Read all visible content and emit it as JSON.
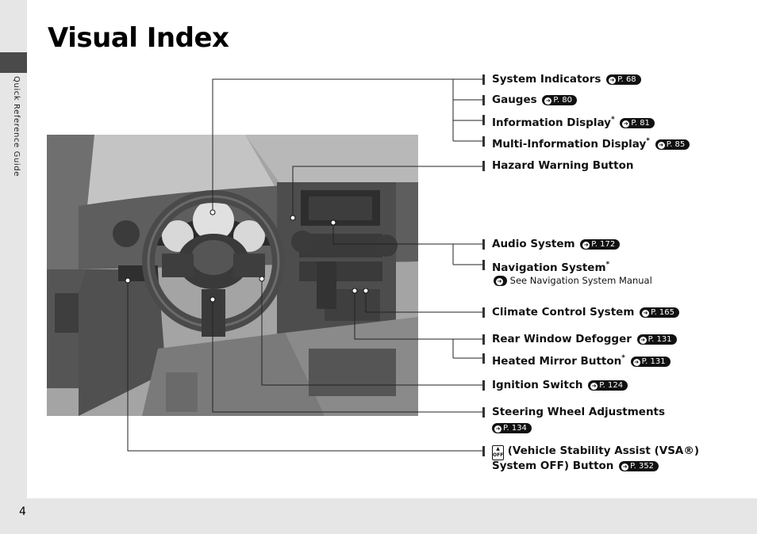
{
  "page": {
    "title": "Visual Index",
    "side_label": "Quick Reference Guide",
    "page_number": "4"
  },
  "labels": [
    {
      "name": "system-indicators",
      "text": "System Indicators",
      "ref": "P. 68"
    },
    {
      "name": "gauges",
      "text": "Gauges",
      "ref": "P. 80"
    },
    {
      "name": "information-display",
      "text": "Information Display",
      "star": "*",
      "ref": "P. 81"
    },
    {
      "name": "multi-information-display",
      "text": "Multi-Information Display",
      "star": "*",
      "ref": "P. 85"
    },
    {
      "name": "hazard-warning-button",
      "text": "Hazard Warning Button"
    },
    {
      "name": "audio-system",
      "text": "Audio System",
      "ref": "P. 172"
    },
    {
      "name": "navigation-system",
      "text": "Navigation System",
      "star": "*"
    },
    {
      "name": "climate-control-system",
      "text": "Climate Control System",
      "ref": "P. 165"
    },
    {
      "name": "rear-window-defogger",
      "text": "Rear Window Defogger",
      "ref": "P. 131"
    },
    {
      "name": "heated-mirror-button",
      "text": "Heated Mirror Button",
      "star": "*",
      "ref": "P. 131"
    },
    {
      "name": "ignition-switch",
      "text": "Ignition Switch",
      "ref": "P. 124"
    },
    {
      "name": "steering-wheel-adjustments",
      "text": "Steering Wheel Adjustments",
      "ref": "P. 134"
    },
    {
      "name": "vsa-off-button",
      "text": "(Vehicle Stability Assist (VSA®)",
      "text2": "System OFF) Button",
      "ref": "P. 352"
    }
  ],
  "navigation_note": "See Navigation System Manual",
  "vsa_icon_text": "OFF",
  "colors": {
    "page_bg": "#ffffff",
    "margin_bg": "#e6e6e6",
    "ref_badge": "#111111",
    "side_tab": "#4a4a4a"
  }
}
